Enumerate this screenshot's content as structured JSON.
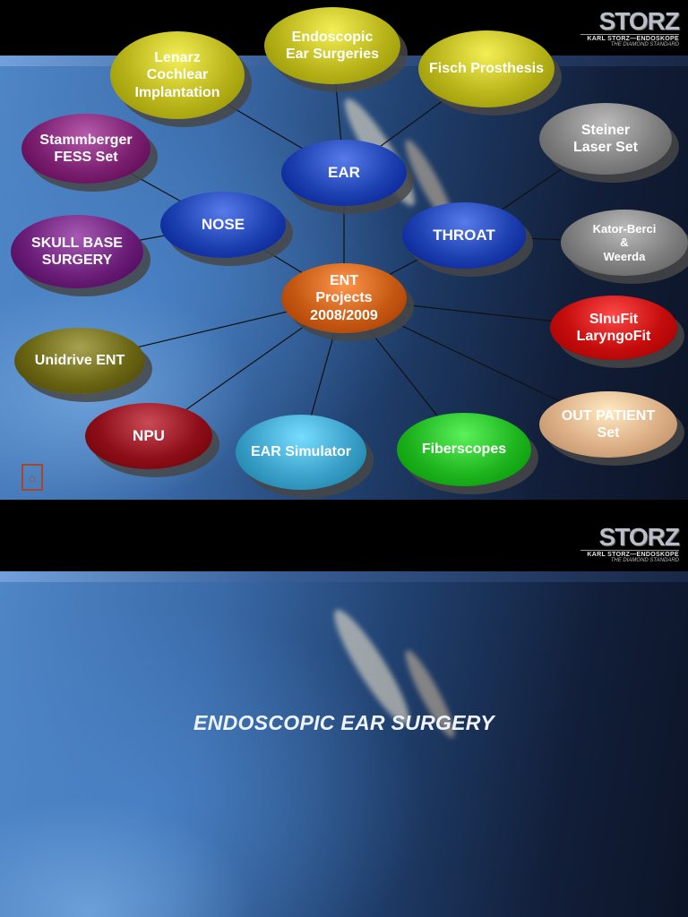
{
  "brand": {
    "logo_word": "STORZ",
    "logo_sub": "KARL STORZ—ENDOSKOPE",
    "logo_tag": "THE DIAMOND STANDARD"
  },
  "colors": {
    "yellow": "#b7b319",
    "gray": "#7f7f7f",
    "magenta": "#7a1f6f",
    "purple": "#6b1e78",
    "blue": "#1c3fb0",
    "orange": "#c65a12",
    "olive": "#6b6614",
    "darkred": "#8e0e19",
    "teal": "#3aa0c8",
    "green": "#1fb51f",
    "red": "#c40c0c",
    "tan": "#dcae85"
  },
  "slide1": {
    "nodes": [
      {
        "id": "center",
        "label": "ENT\nProjects\n2008/2009"
      },
      {
        "id": "ear",
        "label": "EAR"
      },
      {
        "id": "nose",
        "label": "NOSE"
      },
      {
        "id": "throat",
        "label": "THROAT"
      },
      {
        "id": "endoscopic",
        "label": "Endoscopic\nEar Surgeries"
      },
      {
        "id": "lenarz",
        "label": "Lenarz\nCochlear\nImplantation"
      },
      {
        "id": "fisch",
        "label": "Fisch Prosthesis"
      },
      {
        "id": "stammberger",
        "label": "Stammberger\nFESS Set"
      },
      {
        "id": "skullbase",
        "label": "SKULL BASE\nSURGERY"
      },
      {
        "id": "steiner",
        "label": "Steiner\nLaser Set"
      },
      {
        "id": "kator",
        "label": "Kator-Berci\n&\nWeerda"
      },
      {
        "id": "sinufit",
        "label": "SInuFit\nLaryngoFit"
      },
      {
        "id": "unidrive",
        "label": "Unidrive ENT"
      },
      {
        "id": "npu",
        "label": "NPU"
      },
      {
        "id": "earsim",
        "label": "EAR Simulator"
      },
      {
        "id": "fiberscopes",
        "label": "Fiberscopes"
      },
      {
        "id": "outpatient",
        "label": "OUT PATIENT\nSet"
      }
    ]
  },
  "slide2": {
    "title": "ENDOSCOPIC EAR SURGERY"
  }
}
